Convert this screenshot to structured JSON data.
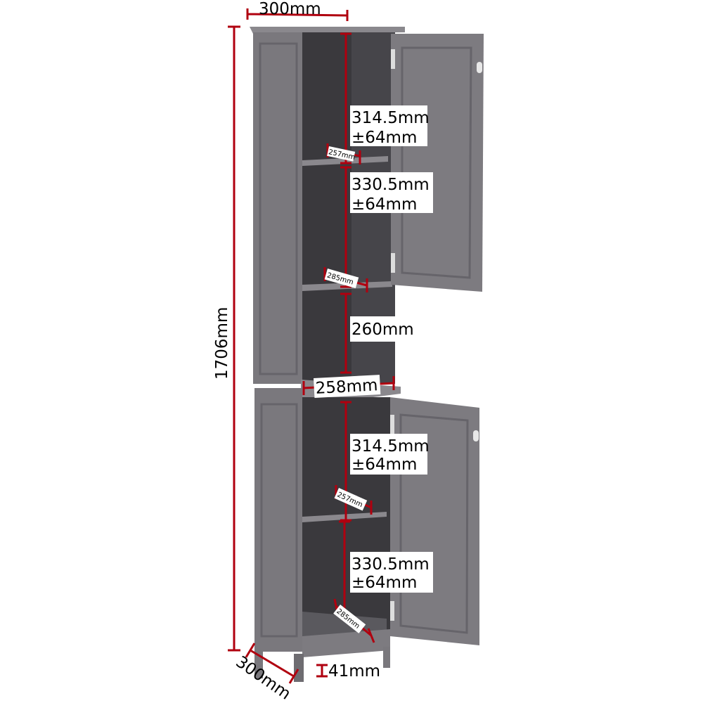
{
  "title": "Tall cabinet dimensions",
  "colors": {
    "cabinet": "#7d7b80",
    "interior": "#3a393d",
    "dimension": "#b0000f"
  },
  "dimensions": {
    "top_width": "300mm",
    "height": "1706mm",
    "depth": "300mm",
    "leg_height": "41mm",
    "upper_shelf_1": [
      "314.5mm",
      "±64mm"
    ],
    "upper_shelf_1_depth": "257mm",
    "upper_shelf_2": [
      "330.5mm",
      "±64mm"
    ],
    "upper_shelf_2_depth": "285mm",
    "middle_open": "260mm",
    "middle_width": "258mm",
    "lower_shelf_1": [
      "314.5mm",
      "±64mm"
    ],
    "lower_shelf_1_depth": "257mm",
    "lower_shelf_2": [
      "330.5mm",
      "±64mm"
    ],
    "lower_shelf_2_depth": "285mm"
  }
}
